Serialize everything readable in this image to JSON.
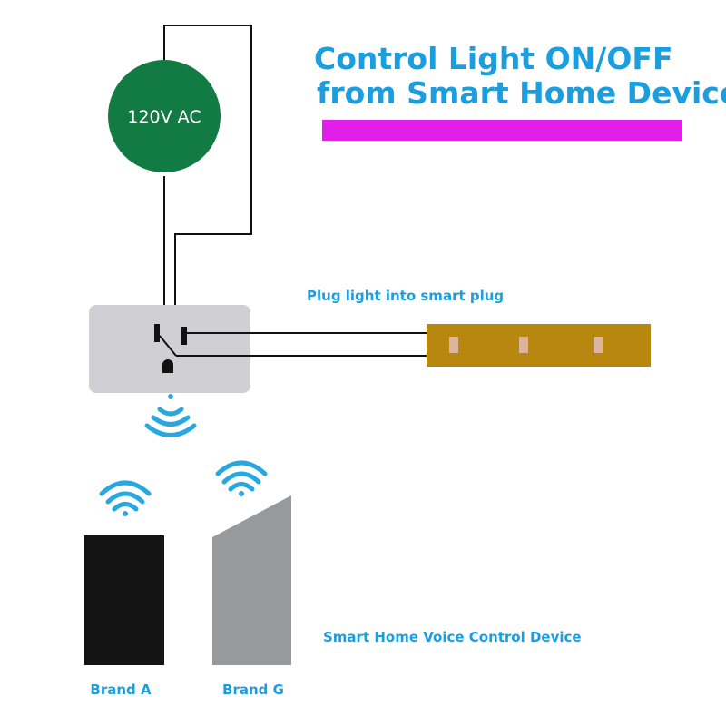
{
  "title": {
    "line1": "Control Light ON/OFF",
    "line2": "from Smart Home Device"
  },
  "power_source": {
    "label": "120V AC"
  },
  "plug_label": "Plug light into smart plug",
  "voice_label": "Smart Home Voice Control Device",
  "devices": [
    {
      "label": "Brand A"
    },
    {
      "label": "Brand G"
    }
  ],
  "colors": {
    "title": "#1b9ee0",
    "accent_bar": "#e21ee8",
    "ac_circle": "#127a43",
    "plug_body": "#d0d0d4",
    "light_strip": "#b8870f",
    "wifi": "#29a8e0",
    "device_a": "#141414",
    "device_g": "#969a9c"
  }
}
